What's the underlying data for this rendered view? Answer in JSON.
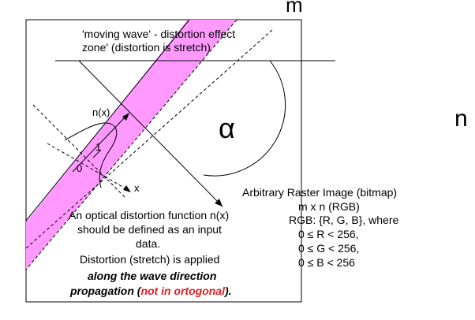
{
  "labels": {
    "m": "m",
    "n": "n",
    "alpha": "α",
    "nx": "n(x)",
    "one": "1",
    "zero": "0",
    "x_axis": "x",
    "zone_line1": "'moving wave' - distortion effect",
    "zone_line2": "zone' (distortion is stretch)",
    "raster_title": "Arbitrary Raster Image (bitmap)",
    "raster_lines": [
      "m x n (RGB)",
      "RGB: {R, G, B}, where",
      "0 ≤ R < 256,",
      "0 ≤ G < 256,",
      "0 ≤ B < 256"
    ],
    "desc_lines": [
      "An optical distortion function n(x)",
      "should be defined as an input",
      "data.",
      "Distortion (stretch) is applied"
    ],
    "wave_dir": "along the wave direction",
    "propagation": "propagation (",
    "not_ortho": "not in ortogonal",
    "close_paren": ")."
  },
  "colors": {
    "zone_fill": "#ff99ff",
    "zone_outline": "#000000",
    "note_red": "#e02020"
  }
}
